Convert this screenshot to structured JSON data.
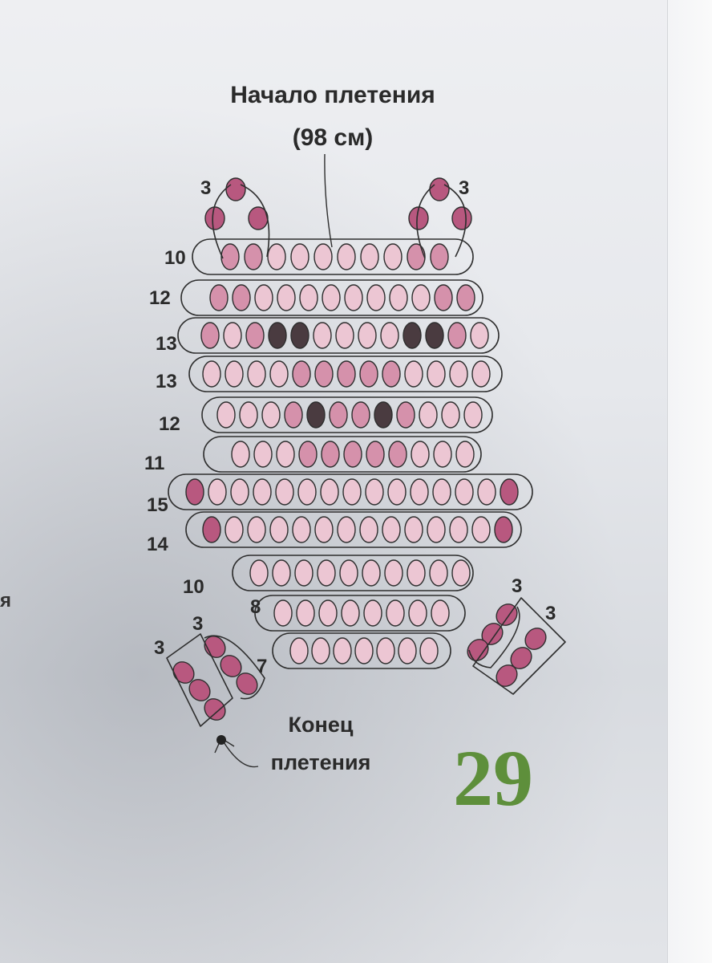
{
  "labels": {
    "start_title": "Начало плетения",
    "start_note": "(98 см)",
    "end_title": "Конец",
    "end_note": "плетения",
    "page_number": "29",
    "edge_fragment": "я"
  },
  "colors": {
    "light": "#ecc6d3",
    "medium": "#d591ab",
    "dark": "#b8587f",
    "black": "#4a3b40",
    "outline": "#2e2e2e",
    "wire": "#2e2e2e",
    "page_number": "#5e8f3b"
  },
  "rows": [
    {
      "count": "10",
      "beads": [
        "m",
        "m",
        "l",
        "l",
        "l",
        "l",
        "l",
        "l",
        "m",
        "m"
      ]
    },
    {
      "count": "12",
      "beads": [
        "m",
        "m",
        "l",
        "l",
        "l",
        "l",
        "l",
        "l",
        "l",
        "l",
        "m",
        "m"
      ]
    },
    {
      "count": "13",
      "beads": [
        "m",
        "l",
        "m",
        "k",
        "k",
        "l",
        "l",
        "l",
        "l",
        "k",
        "k",
        "m",
        "l"
      ]
    },
    {
      "count": "13",
      "beads": [
        "l",
        "l",
        "l",
        "l",
        "m",
        "m",
        "m",
        "m",
        "m",
        "l",
        "l",
        "l",
        "l"
      ]
    },
    {
      "count": "12",
      "beads": [
        "l",
        "l",
        "l",
        "m",
        "k",
        "m",
        "m",
        "k",
        "m",
        "l",
        "l",
        "l"
      ]
    },
    {
      "count": "11",
      "beads": [
        "l",
        "l",
        "l",
        "m",
        "m",
        "m",
        "m",
        "m",
        "l",
        "l",
        "l"
      ]
    },
    {
      "count": "15",
      "beads": [
        "d",
        "l",
        "l",
        "l",
        "l",
        "l",
        "l",
        "l",
        "l",
        "l",
        "l",
        "l",
        "l",
        "l",
        "d"
      ]
    },
    {
      "count": "14",
      "beads": [
        "d",
        "l",
        "l",
        "l",
        "l",
        "l",
        "l",
        "l",
        "l",
        "l",
        "l",
        "l",
        "l",
        "d"
      ]
    },
    {
      "count": "10",
      "beads": [
        "l",
        "l",
        "l",
        "l",
        "l",
        "l",
        "l",
        "l",
        "l",
        "l"
      ]
    },
    {
      "count": "8",
      "beads": [
        "l",
        "l",
        "l",
        "l",
        "l",
        "l",
        "l",
        "l"
      ]
    },
    {
      "count": "7",
      "beads": [
        "l",
        "l",
        "l",
        "l",
        "l",
        "l",
        "l"
      ]
    }
  ],
  "limbs": [
    {
      "name": "left-ear",
      "count": "3"
    },
    {
      "name": "right-ear",
      "count": "3"
    },
    {
      "name": "left-inner-leg",
      "count": "3"
    },
    {
      "name": "left-outer-leg",
      "count": "3"
    },
    {
      "name": "right-inner-leg",
      "count": "3"
    },
    {
      "name": "right-outer-leg",
      "count": "3"
    }
  ]
}
